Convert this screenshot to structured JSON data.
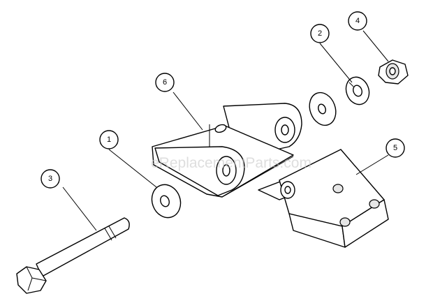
{
  "watermark": "eReplacementParts.com",
  "callouts": [
    {
      "id": "1",
      "label": "1"
    },
    {
      "id": "2",
      "label": "2"
    },
    {
      "id": "3",
      "label": "3"
    },
    {
      "id": "4",
      "label": "4"
    },
    {
      "id": "5",
      "label": "5"
    },
    {
      "id": "6",
      "label": "6"
    }
  ]
}
